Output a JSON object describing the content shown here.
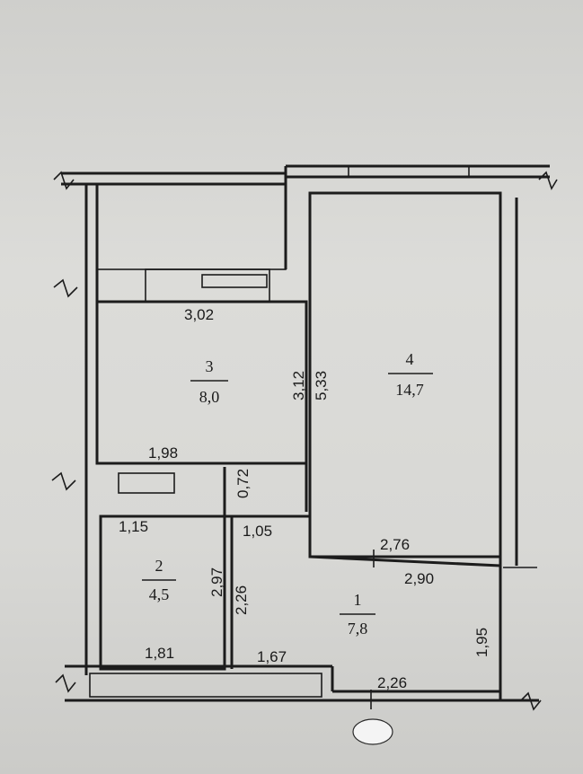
{
  "rooms": [
    {
      "number": "1",
      "area": "7,8"
    },
    {
      "number": "2",
      "area": "4,5"
    },
    {
      "number": "3",
      "area": "8,0"
    },
    {
      "number": "4",
      "area": "14,7"
    }
  ],
  "dimensions": {
    "d_302": "3,02",
    "d_312": "3,12",
    "d_533": "5,33",
    "d_198": "1,98",
    "d_072": "0,72",
    "d_115": "1,15",
    "d_105": "1,05",
    "d_276": "2,76",
    "d_290": "2,90",
    "d_297": "2,97",
    "d_226_v": "2,26",
    "d_195": "1,95",
    "d_181": "1,81",
    "d_167": "1,67",
    "d_226_h": "2,26"
  }
}
